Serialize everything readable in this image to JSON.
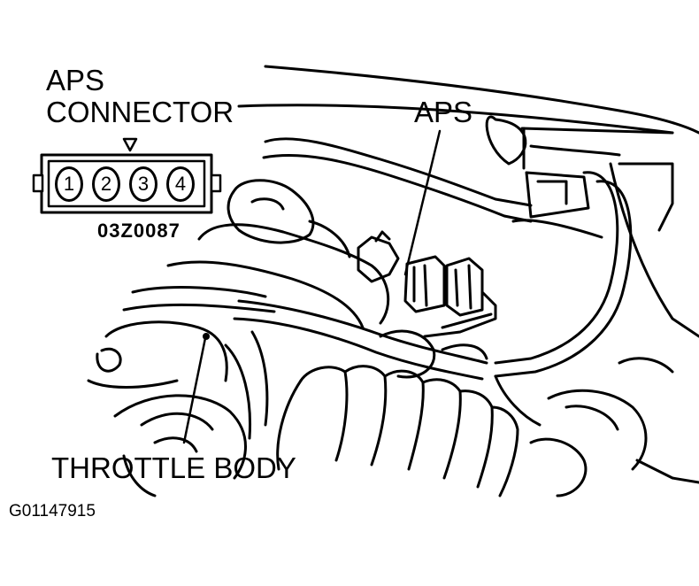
{
  "labels": {
    "aps_connector_line1": "APS",
    "aps_connector_line2": "CONNECTOR",
    "aps": "APS",
    "connector_code": "03Z0087",
    "throttle_body": "THROTTLE BODY",
    "figure_id": "G01147915"
  },
  "connector": {
    "pins": [
      "1",
      "2",
      "3",
      "4"
    ]
  }
}
